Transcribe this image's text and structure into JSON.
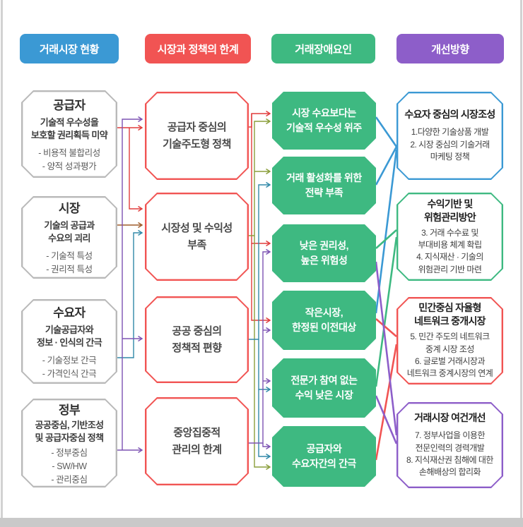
{
  "colors": {
    "blue": "#3b99d4",
    "red": "#f15453",
    "green": "#3eb981",
    "purple": "#8d5ec9",
    "line_red": "#e03c3c",
    "line_brown": "#9e5b2a",
    "line_olive": "#8a9e3a",
    "line_teal": "#3089a8",
    "line_purple": "#7d53b3",
    "gray_border": "#b9b9b9",
    "frame": "#c9c9c9"
  },
  "headers": [
    {
      "label": "거래시장 현황"
    },
    {
      "label": "시장과 정책의 한계"
    },
    {
      "label": "거래장애요인"
    },
    {
      "label": "개선방향"
    }
  ],
  "status_boxes": [
    {
      "title": "공급자",
      "subtitle": "기술적 우수성을\n보호할 권리획득 미약",
      "items": [
        "- 비용적 불합리성",
        "- 양적 성과평가"
      ]
    },
    {
      "title": "시장",
      "subtitle": "기술의 공급과\n수요의 괴리",
      "items": [
        "- 기술적 특성",
        "- 권리적 특성"
      ]
    },
    {
      "title": "수요자",
      "subtitle": "기술공급자와\n정보 · 인식의 간극",
      "items": [
        "- 기술정보 간극",
        "- 가격인식 간극"
      ]
    },
    {
      "title": "정부",
      "subtitle": "공공중심, 기반조성\n및 공급자중심 정책",
      "items": [
        "- 정부중심",
        "- SW/HW",
        "- 관리중심"
      ]
    }
  ],
  "limit_boxes": [
    {
      "label": "공급자 중심의\n기술주도형 정책"
    },
    {
      "label": "시장성 및 수익성\n부족"
    },
    {
      "label": "공공 중심의\n정책적 편향"
    },
    {
      "label": "중앙집중적\n관리의 한계"
    }
  ],
  "obstacle_boxes": [
    {
      "label": "시장 수요보다는\n기술적 우수성 위주"
    },
    {
      "label": "거래 활성화를 위한\n전략 부족"
    },
    {
      "label": "낮은 권리성,\n높은 위험성"
    },
    {
      "label": "작은시장,\n한정된 이전대상"
    },
    {
      "label": "전문가 참여 없는\n수익 낮은 시장"
    },
    {
      "label": "공급자와\n수요자간의 간극"
    }
  ],
  "improvement_boxes": [
    {
      "title": "수요자 중심의 시장조성",
      "items": [
        "1.다양한 기술상품 개발",
        "2. 시장 중심의 기술거래\n마케팅 정책"
      ]
    },
    {
      "title": "수익기반 및\n위험관리방안",
      "items": [
        "3. 거래 수수료 및\n부대비용 체계 확립",
        "4. 지식재산 · 기술의\n위험관리 기반 마련"
      ]
    },
    {
      "title": "민간중심 자율형\n네트워크 중개시장",
      "items": [
        "5. 민간 주도의 네트워크\n중계 시장 조성",
        "6. 글로벌 거래시장과\n네트워크 중계시장의 연계"
      ]
    },
    {
      "title": "거래시장 여건개선",
      "items": [
        "7. 정부사업을 이용한\n전문인력의 경력개발",
        "8. 지식재산권 침해에 대한\n손해배상의 합리화"
      ]
    }
  ],
  "connections": {
    "status_to_limit": [
      {
        "from": "공급자",
        "to": "공급자 중심의 기술주도형 정책",
        "color": "line_red"
      },
      {
        "from": "공급자",
        "to": "시장성 및 수익성 부족",
        "color": "line_red"
      },
      {
        "from": "시장",
        "to": "시장성 및 수익성 부족",
        "color": "line_brown"
      },
      {
        "from": "수요자",
        "to": "시장성 및 수익성 부족",
        "color": "line_teal"
      },
      {
        "from": "정부",
        "to": "공급자 중심의 기술주도형 정책",
        "color": "line_purple"
      },
      {
        "from": "정부",
        "to": "공공 중심의 정책적 편향",
        "color": "line_purple"
      },
      {
        "from": "정부",
        "to": "중앙집중적 관리의 한계",
        "color": "line_purple"
      }
    ],
    "limit_to_obstacle": [
      {
        "from": "공급자 중심의 기술주도형 정책",
        "to": [
          "시장 수요보다는 기술적 우수성 위주",
          "낮은 권리성, 높은 위험성",
          "작은시장, 한정된 이전대상"
        ],
        "color": "line_red"
      },
      {
        "from": "시장성 및 수익성 부족",
        "to": [
          "시장 수요보다는 기술적 우수성 위주",
          "거래 활성화를 위한 전략 부족",
          "공급자와 수요자간의 간극"
        ],
        "color": "line_olive"
      },
      {
        "from": "공공 중심의 정책적 편향",
        "to": [
          "거래 활성화를 위한 전략 부족",
          "전문가 참여 없는 수익 낮은 시장",
          "공급자와 수요자간의 간극"
        ],
        "color": "line_teal"
      },
      {
        "from": "중앙집중적 관리의 한계",
        "to": [
          "낮은 권리성, 높은 위험성",
          "작은시장, 한정된 이전대상",
          "전문가 참여 없는 수익 낮은 시장",
          "공급자와 수요자간의 간극"
        ],
        "color": "line_purple"
      }
    ],
    "obstacle_to_improvement": [
      {
        "to": "수요자 중심의 시장조성",
        "from": [
          "시장 수요보다는 기술적 우수성 위주",
          "거래 활성화를 위한 전략 부족",
          "작은시장, 한정된 이전대상"
        ],
        "color": "blue"
      },
      {
        "to": "수익기반 및 위험관리방안",
        "from": [
          "낮은 권리성, 높은 위험성",
          "전문가 참여 없는 수익 낮은 시장"
        ],
        "color": "green"
      },
      {
        "to": "민간중심 자율형 네트워크 중개시장",
        "from": [
          "작은시장, 한정된 이전대상",
          "공급자와 수요자간의 간극"
        ],
        "color": "red"
      },
      {
        "to": "거래시장 여건개선",
        "from": [
          "낮은 권리성, 높은 위험성",
          "전문가 참여 없는 수익 낮은 시장"
        ],
        "color": "purple"
      }
    ]
  }
}
